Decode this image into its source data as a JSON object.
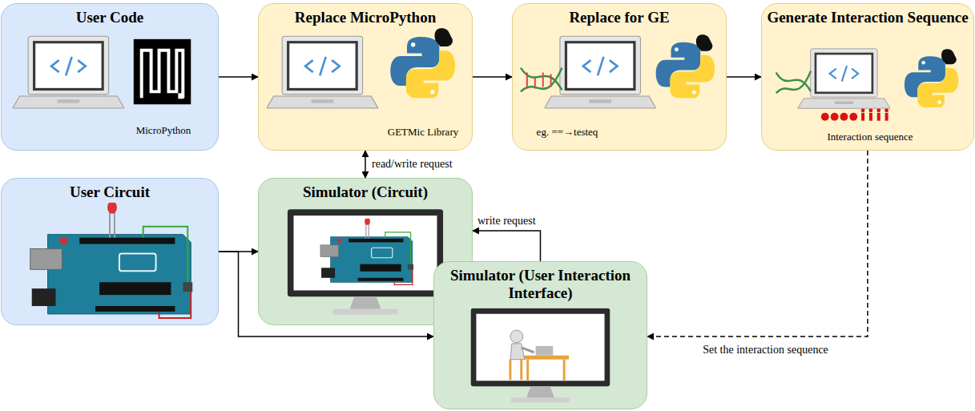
{
  "diagram": {
    "nodes": [
      {
        "text": [
          "User Code",
          "MicroPython"
        ]
      },
      {
        "text": [
          "Replace MicroPython",
          "GETMic Library"
        ]
      },
      {
        "text": [
          "Replace for GE",
          "eg. ==→testeq"
        ]
      },
      {
        "text": [
          "Generate Interaction Sequence",
          "Interaction sequence"
        ]
      },
      {
        "text": [
          "User Circuit"
        ]
      },
      {
        "text": [
          "Simulator (Circuit)"
        ]
      },
      {
        "text": [
          "Simulator (User Interaction Interface)"
        ]
      }
    ],
    "edges": [
      {
        "from": 0,
        "to": 1,
        "arrow": "to"
      },
      {
        "from": 1,
        "to": 2,
        "arrow": "to"
      },
      {
        "from": 2,
        "to": 3,
        "arrow": "to"
      },
      {
        "from": 1,
        "to": 5,
        "label": "read/write request",
        "arrow": "both"
      },
      {
        "from": 4,
        "to": 5,
        "arrow": "to"
      },
      {
        "from": 4,
        "to": 6,
        "arrow": "to"
      },
      {
        "from": 6,
        "to": 5,
        "label": "write request",
        "arrow": "to"
      },
      {
        "from": 3,
        "to": 6,
        "label": "Set the interaction sequence",
        "arrow": "to"
      }
    ]
  }
}
